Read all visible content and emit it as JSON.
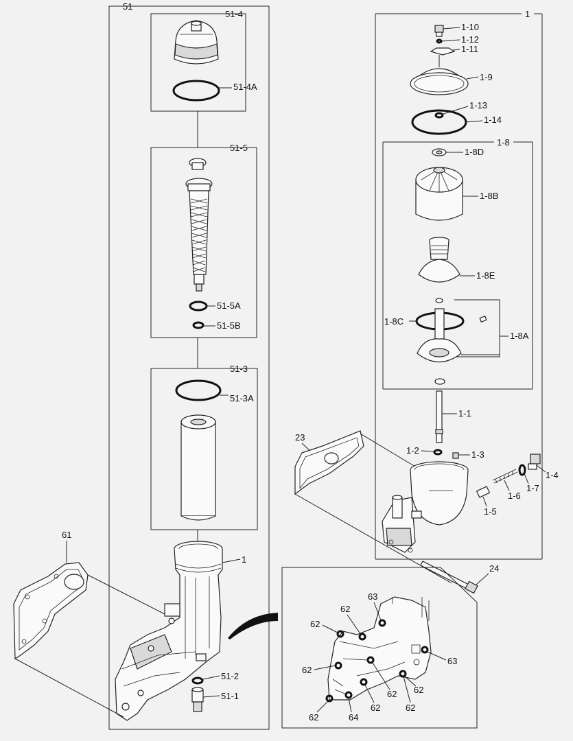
{
  "callouts": {
    "g51": "51",
    "g51_4": "51-4",
    "r51_4A": "51-4A",
    "g51_5": "51-5",
    "r51_5A": "51-5A",
    "r51_5B": "51-5B",
    "g51_3": "51-3",
    "r51_3A": "51-3A",
    "housing_1": "1",
    "r51_2": "51-2",
    "r51_1": "51-1",
    "g61": "61",
    "g1": "1",
    "p1_10": "1-10",
    "p1_12": "1-12",
    "p1_11": "1-11",
    "p1_9": "1-9",
    "p1_13": "1-13",
    "p1_14": "1-14",
    "g1_8": "1-8",
    "p1_8D": "1-8D",
    "p1_8B": "1-8B",
    "p1_8E": "1-8E",
    "p1_8C": "1-8C",
    "p1_8A": "1-8A",
    "p1_1": "1-1",
    "p1_2": "1-2",
    "p1_3": "1-3",
    "p1_4": "1-4",
    "p1_7": "1-7",
    "p1_6": "1-6",
    "p1_5": "1-5",
    "g23": "23",
    "p24": "24",
    "d63a": "63",
    "d62a": "62",
    "d62b": "62",
    "d62c": "62",
    "d63b": "63",
    "d62d": "62",
    "d62e": "62",
    "d62f": "62",
    "d62g": "62",
    "d64": "64"
  }
}
